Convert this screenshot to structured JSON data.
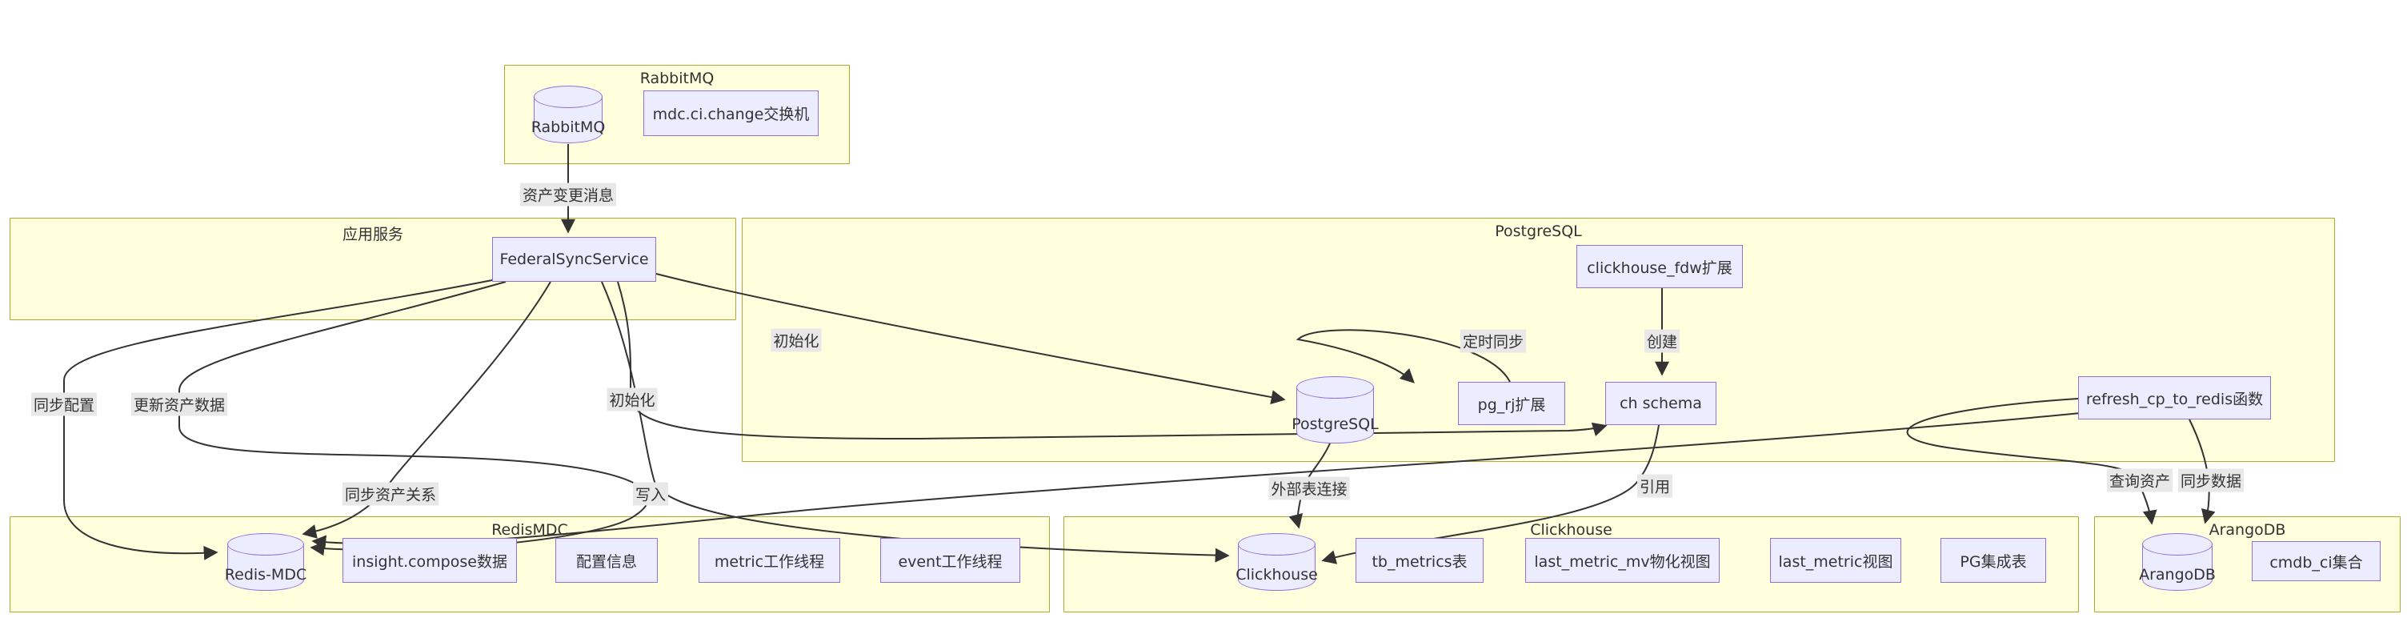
{
  "diagram": {
    "clusters": [
      {
        "id": "rabbitmq",
        "title": "RabbitMQ",
        "nodes": [
          {
            "label": "RabbitMQ",
            "shape": "cylinder"
          },
          {
            "label": "mdc.ci.change交换机",
            "shape": "rect"
          }
        ]
      },
      {
        "id": "app-services",
        "title": "应用服务",
        "nodes": [
          {
            "label": "FederalSyncService",
            "shape": "rect"
          }
        ]
      },
      {
        "id": "postgresql",
        "title": "PostgreSQL",
        "nodes": [
          {
            "label": "clickhouse_fdw扩展",
            "shape": "rect"
          },
          {
            "label": "PostgreSQL",
            "shape": "cylinder"
          },
          {
            "label": "pg_rj扩展",
            "shape": "rect"
          },
          {
            "label": "ch schema",
            "shape": "rect"
          },
          {
            "label": "refresh_cp_to_redis函数",
            "shape": "rect"
          }
        ]
      },
      {
        "id": "redismdc",
        "title": "RedisMDC",
        "nodes": [
          {
            "label": "Redis-MDC",
            "shape": "cylinder"
          },
          {
            "label": "insight.compose数据",
            "shape": "rect"
          },
          {
            "label": "配置信息",
            "shape": "rect"
          },
          {
            "label": "metric工作线程",
            "shape": "rect"
          },
          {
            "label": "event工作线程",
            "shape": "rect"
          }
        ]
      },
      {
        "id": "clickhouse",
        "title": "Clickhouse",
        "nodes": [
          {
            "label": "Clickhouse",
            "shape": "cylinder"
          },
          {
            "label": "tb_metrics表",
            "shape": "rect"
          },
          {
            "label": "last_metric_mv物化视图",
            "shape": "rect"
          },
          {
            "label": "last_metric视图",
            "shape": "rect"
          },
          {
            "label": "PG集成表",
            "shape": "rect"
          }
        ]
      },
      {
        "id": "arangodb",
        "title": "ArangoDB",
        "nodes": [
          {
            "label": "ArangoDB",
            "shape": "cylinder"
          },
          {
            "label": "cmdb_ci集合",
            "shape": "rect"
          }
        ]
      }
    ],
    "edges": [
      {
        "from": "RabbitMQ",
        "to": "FederalSyncService",
        "label": "资产变更消息"
      },
      {
        "from": "FederalSyncService",
        "to": "Redis-MDC",
        "label": "同步配置"
      },
      {
        "from": "FederalSyncService",
        "to": "Redis-MDC",
        "label": "更新资产数据"
      },
      {
        "from": "FederalSyncService",
        "to": "Redis-MDC",
        "label": "同步资产关系"
      },
      {
        "from": "FederalSyncService",
        "to": "PostgreSQL",
        "label": "初始化"
      },
      {
        "from": "FederalSyncService",
        "to": "ch schema",
        "label": "初始化"
      },
      {
        "from": "FederalSyncService",
        "to": "Clickhouse",
        "label": "写入"
      },
      {
        "from": "pg_rj扩展",
        "to": "PostgreSQL",
        "label": "定时同步"
      },
      {
        "from": "clickhouse_fdw扩展",
        "to": "ch schema",
        "label": "创建"
      },
      {
        "from": "PostgreSQL",
        "to": "Clickhouse",
        "label": "外部表连接"
      },
      {
        "from": "ch schema",
        "to": "Clickhouse",
        "label": "引用"
      },
      {
        "from": "refresh_cp_to_redis函数",
        "to": "ArangoDB",
        "label": "查询资产"
      },
      {
        "from": "refresh_cp_to_redis函数",
        "to": "ArangoDB",
        "label": "同步数据"
      },
      {
        "from": "refresh_cp_to_redis函数",
        "to": "Redis-MDC",
        "label": ""
      }
    ],
    "colors": {
      "cluster_fill": "#ffffde",
      "cluster_border": "#aaaa33",
      "node_fill": "#ECECFF",
      "node_border": "#9370DB",
      "edge": "#333333",
      "edge_label_bg": "#e8e8e8",
      "background": "#ffffff"
    }
  }
}
